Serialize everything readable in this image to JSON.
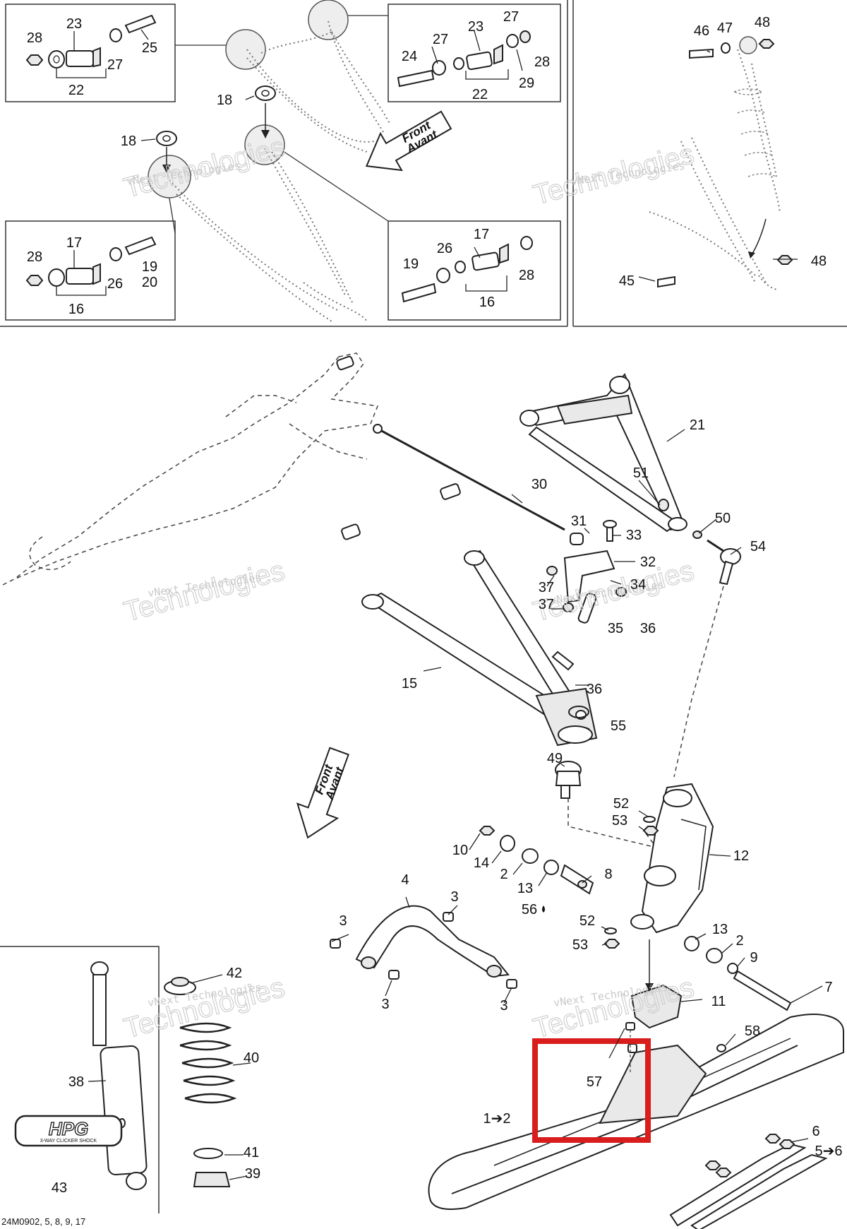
{
  "diagram": {
    "doc_code": "24M0902, 5, 8, 9, 17",
    "watermark_line1": "vNext Technologies",
    "watermark_line2": "Technologies",
    "arrow_text_1": "Front",
    "arrow_text_2": "Avant",
    "callouts": {
      "l23a": "23",
      "l28a": "28",
      "l27a": "27",
      "l22a": "22",
      "l25": "25",
      "l27b": "27",
      "l23b": "23",
      "l27c": "27",
      "l24": "24",
      "l28b": "28",
      "l22b": "22",
      "l29": "29",
      "l18a": "18",
      "l18b": "18",
      "l28c": "28",
      "l17a": "17",
      "l19a": "19",
      "l20": "20",
      "l26a": "26",
      "l16a": "16",
      "l17b": "17",
      "l26b": "26",
      "l19b": "19",
      "l28d": "28",
      "l16b": "16",
      "l46": "46",
      "l47": "47",
      "l48a": "48",
      "l48b": "48",
      "l45": "45",
      "l21": "21",
      "l30": "30",
      "l51": "51",
      "l31": "31",
      "l33": "33",
      "l50": "50",
      "l54": "54",
      "l32": "32",
      "l37a": "37",
      "l34": "34",
      "l37b": "37",
      "l35": "35",
      "l36a": "36",
      "l15": "15",
      "l36b": "36",
      "l55": "55",
      "l49": "49",
      "l52a": "52",
      "l53a": "53",
      "l12": "12",
      "l10": "10",
      "l14": "14",
      "l2a": "2",
      "l13a": "13",
      "l8": "8",
      "l4": "4",
      "l3a": "3",
      "l56": "56",
      "l3b": "3",
      "l52b": "52",
      "l53b": "53",
      "l13b": "13",
      "l2b": "2",
      "l9": "9",
      "l7": "7",
      "l3c": "3",
      "l3d": "3",
      "l42": "42",
      "l11": "11",
      "l58": "58",
      "l40": "40",
      "l38": "38",
      "l57": "57",
      "l12b": "1➔2",
      "l6": "6",
      "l56b": "5➔6",
      "l41": "41",
      "l39": "39",
      "l43": "43"
    },
    "logo_text": "HPG",
    "logo_sub": "3-WAY CLICKER SHOCK"
  },
  "colors": {
    "highlight": "#d91c1c",
    "ink": "#222222",
    "watermark": "#c9c9c9"
  }
}
